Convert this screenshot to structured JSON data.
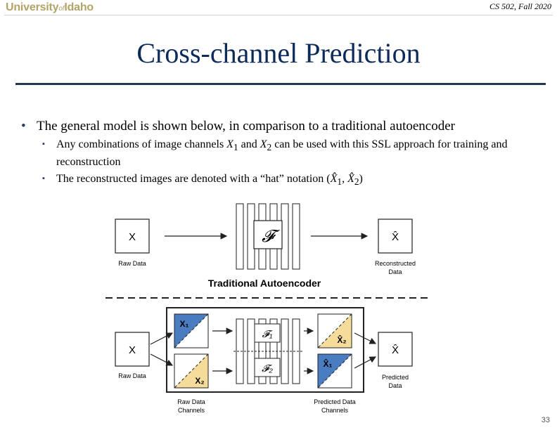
{
  "header": {
    "logo_university": "University",
    "logo_of": "of",
    "logo_idaho": "Idaho",
    "course": "CS 502, Fall 2020"
  },
  "slide": {
    "title": "Cross-channel Prediction",
    "bullets": [
      {
        "text": "The general model is shown below, in comparison to a traditional autoencoder",
        "sub": [
          {
            "pre": "Any combinations of image channels ",
            "x1": "X",
            "x1sub": "1",
            "mid": " and ",
            "x2": "X",
            "x2sub": "2",
            "post": " can be used with this SSL approach for training and reconstruction"
          },
          {
            "pre": "The reconstructed images are denoted with a “hat” notation (",
            "h1": "X̂",
            "h1sub": "1",
            "sep": ", ",
            "h2": "X̂",
            "h2sub": "2",
            "post": ")"
          }
        ]
      }
    ],
    "page_number": "33"
  },
  "figure": {
    "top": {
      "input_symbol": "X",
      "input_label": "Raw Data",
      "encoder_symbol": "𝓕",
      "output_symbol": "X̂",
      "output_label_line1": "Reconstructed",
      "output_label_line2": "Data",
      "section_title": "Traditional Autoencoder"
    },
    "bottom": {
      "input_symbol": "X",
      "input_label": "Raw Data",
      "ch1": "X₁",
      "ch2": "X₂",
      "f1": "𝓕₁",
      "f2": "𝓕₂",
      "pred2": "X̂₂",
      "pred1": "X̂₁",
      "output_symbol": "X̂",
      "output_label_line1": "Predicted",
      "output_label_line2": "Data",
      "raw_channels_line1": "Raw Data",
      "raw_channels_line2": "Channels",
      "pred_channels_line1": "Predicted Data",
      "pred_channels_line2": "Channels"
    },
    "colors": {
      "blue": "#4a7cc0",
      "yellow": "#f5dc9a"
    }
  }
}
